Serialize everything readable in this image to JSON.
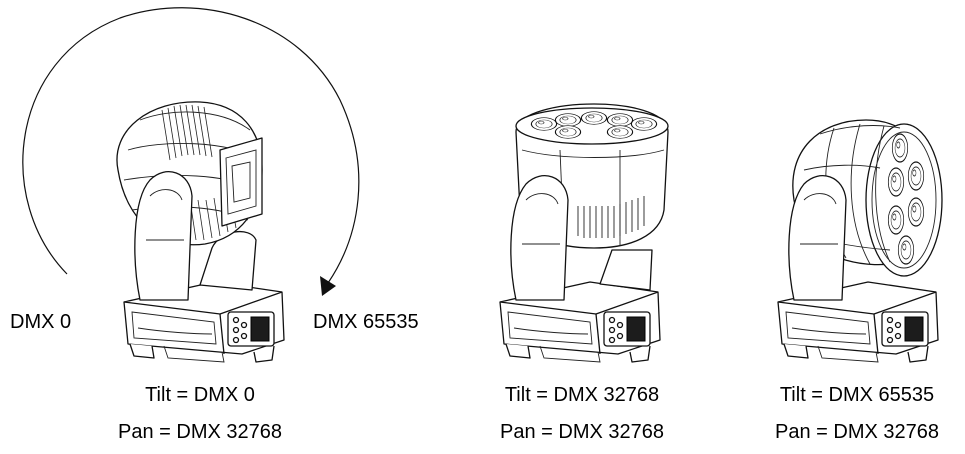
{
  "labels": {
    "pan_start": "DMX 0",
    "pan_end": "DMX 65535"
  },
  "positions": [
    {
      "tilt": "Tilt = DMX 0",
      "pan": "Pan = DMX 32768"
    },
    {
      "tilt": "Tilt = DMX 32768",
      "pan": "Pan = DMX 32768"
    },
    {
      "tilt": "Tilt = DMX 65535",
      "pan": "Pan = DMX 32768"
    }
  ]
}
